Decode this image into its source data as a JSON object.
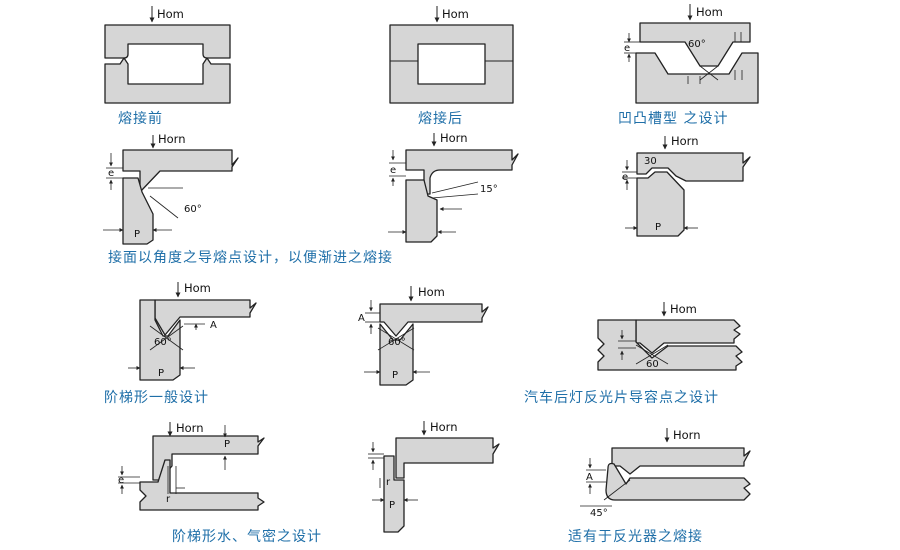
{
  "captions": {
    "before_welding": "熔接前",
    "after_welding": "熔接后",
    "tongue_groove": "凹凸槽型 之设计",
    "angle_guide": "接面以角度之导熔点设计，以便渐进之熔接",
    "step_general": "阶梯形一般设计",
    "auto_lamp": "汽车后灯反光片导容点之设计",
    "step_water": "阶梯形水、气密之设计",
    "reflector": "适有于反光器之熔接"
  },
  "labels": {
    "hom": "Hom",
    "horn": "Horn",
    "e": "e",
    "p": "P",
    "a": "A",
    "r": "r",
    "deg60": "60°",
    "deg15": "15°",
    "deg30": "30",
    "deg60b": "60",
    "deg45": "45°"
  },
  "colors": {
    "part_fill": "#d6d6d6",
    "outline": "#222222",
    "caption": "#1f6fa8"
  }
}
